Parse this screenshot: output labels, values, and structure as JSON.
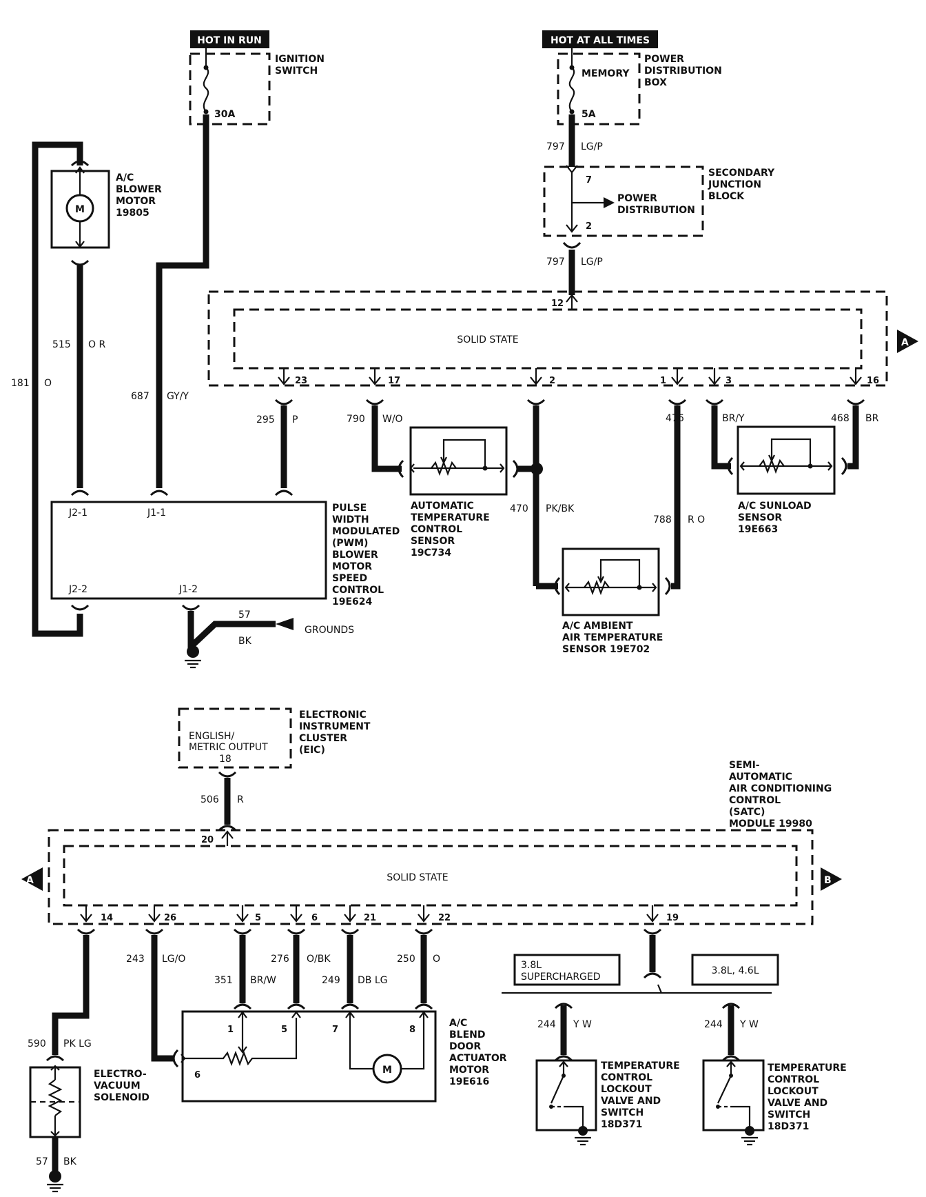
{
  "power": {
    "hot_in_run": "HOT IN RUN",
    "hot_at_all_times": "HOT AT ALL TIMES",
    "ignition_switch": [
      "IGNITION",
      "SWITCH"
    ],
    "fuse_30a": "30A",
    "memory": "MEMORY",
    "fuse_5a": "5A",
    "power_distribution_box": [
      "POWER",
      "DISTRIBUTION",
      "BOX"
    ]
  },
  "junction": {
    "name": [
      "SECONDARY",
      "JUNCTION",
      "BLOCK"
    ],
    "pin_7": "7",
    "pin_2": "2",
    "power_distribution": [
      "POWER",
      "DISTRIBUTION"
    ]
  },
  "wires": {
    "w797_num": "797",
    "w797_color": "LG/P",
    "w797b_num": "797",
    "w797b_color": "LG/P",
    "w515_num": "515",
    "w515_color": "O R",
    "w181_num": "181",
    "w181_color": "O",
    "w687_num": "687",
    "w687_color": "GY/Y",
    "w295_num": "295",
    "w295_color": "P",
    "w790_num": "790",
    "w790_color": "W/O",
    "w470_num": "470",
    "w470_color": "PK/BK",
    "w788_num": "788",
    "w788_color": "R O",
    "w476_num": "476",
    "w476_color": "BR/Y",
    "w468_num": "468",
    "w468_color": "BR",
    "w57_num": "57",
    "w57_color": "BK",
    "w506_num": "506",
    "w506_color": "R",
    "w243_num": "243",
    "w243_color": "LG/O",
    "w351_num": "351",
    "w351_color": "BR/W",
    "w276_num": "276",
    "w276_color": "O/BK",
    "w249_num": "249",
    "w249_color": "DB LG",
    "w250_num": "250",
    "w250_color": "O",
    "w590_num": "590",
    "w590_color": "PK LG",
    "w57b_num": "57",
    "w57b_color": "BK",
    "w244a_num": "244",
    "w244a_color": "Y W",
    "w244b_num": "244",
    "w244b_color": "Y W"
  },
  "module_top": {
    "solid_state": "SOLID STATE",
    "connector_ref": "A",
    "pins": [
      "12",
      "23",
      "17",
      "2",
      "1",
      "3",
      "16"
    ]
  },
  "module_bottom": {
    "solid_state": "SOLID STATE",
    "connector_left": "A",
    "connector_right": "B",
    "pins": [
      "20",
      "14",
      "26",
      "5",
      "6",
      "21",
      "22",
      "19"
    ],
    "name": [
      "SEMI-",
      "AUTOMATIC",
      "AIR CONDITIONING",
      "CONTROL",
      "(SATC)",
      "MODULE 19980"
    ]
  },
  "components": {
    "blower_motor": [
      "A/C",
      "BLOWER",
      "MOTOR",
      "19805"
    ],
    "motor_symbol": "M",
    "pwm": [
      "PULSE",
      "WIDTH",
      "MODULATED",
      "(PWM)",
      "BLOWER",
      "MOTOR",
      "SPEED",
      "CONTROL",
      "19E624"
    ],
    "pwm_pins": [
      "J2-1",
      "J1-1",
      "J2-2",
      "J1-2"
    ],
    "grounds": "GROUNDS",
    "atc_sensor": [
      "AUTOMATIC",
      "TEMPERATURE",
      "CONTROL",
      "SENSOR",
      "19C734"
    ],
    "sunload_sensor": [
      "A/C SUNLOAD",
      "SENSOR",
      "19E663"
    ],
    "ambient_sensor": [
      "A/C AMBIENT",
      "AIR TEMPERATURE",
      "SENSOR 19E702"
    ],
    "eic_box": [
      "ENGLISH/",
      "METRIC OUTPUT",
      "18"
    ],
    "eic": [
      "ELECTRONIC",
      "INSTRUMENT",
      "CLUSTER",
      "(EIC)"
    ],
    "blend_door": [
      "A/C",
      "BLEND",
      "DOOR",
      "ACTUATOR",
      "MOTOR",
      "19E616"
    ],
    "blend_pins": [
      "1",
      "5",
      "7",
      "8",
      "6"
    ],
    "vacuum_solenoid": [
      "ELECTRO-",
      "VACUUM",
      "SOLENOID"
    ],
    "supercharged": [
      "3.8L",
      "SUPERCHARGED"
    ],
    "engine_std": "3.8L, 4.6L",
    "lockout_valve_a": [
      "TEMPERATURE",
      "CONTROL",
      "LOCKOUT",
      "VALVE AND",
      "SWITCH",
      "18D371"
    ],
    "lockout_valve_b": [
      "TEMPERATURE",
      "CONTROL",
      "LOCKOUT",
      "VALVE AND",
      "SWITCH",
      "18D371"
    ]
  }
}
